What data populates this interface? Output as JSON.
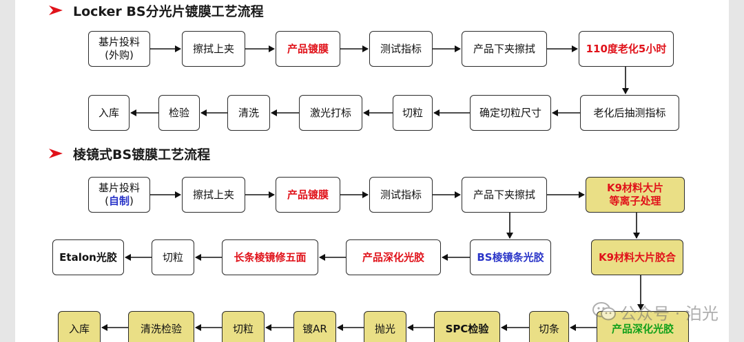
{
  "section1": {
    "title": "Locker BS分光片镀膜工艺流程",
    "steps": {
      "s1_line1": "基片投料",
      "s1_line2": "(外购)",
      "s2": "擦拭上夹",
      "s3": "产品镀膜",
      "s4": "测试指标",
      "s5": "产品下夹擦拭",
      "s6": "110度老化5小时",
      "s7": "老化后抽测指标",
      "s8": "确定切粒尺寸",
      "s9": "切粒",
      "s10": "激光打标",
      "s11": "清洗",
      "s12": "检验",
      "s13": "入库"
    }
  },
  "section2": {
    "title": "棱镜式BS镀膜工艺流程",
    "steps": {
      "p1_line1": "基片投料",
      "p1_line2_open": "(",
      "p1_line2_mid": "自制",
      "p1_line2_close": ")",
      "p2": "擦拭上夹",
      "p3": "产品镀膜",
      "p4": "测试指标",
      "p5": "产品下夹擦拭",
      "p6_line1": "K9材料大片",
      "p6_line2": "等离子处理",
      "p7": "K9材料大片胶合",
      "p8": "BS棱镜条光胶",
      "p9": "产品深化光胶",
      "p10": "长条棱镜修五面",
      "p11": "切粒",
      "p12": "Etalon光胶",
      "p13": "产品深化光胶",
      "p14": "切条",
      "p15": "SPC检验",
      "p16": "抛光",
      "p17": "镀AR",
      "p18": "切粒",
      "p19": "清洗检验",
      "p20": "入库"
    }
  },
  "watermark": {
    "text": "公众号 · 泊光"
  },
  "colors": {
    "red": "#e0121a",
    "blue": "#2a35c8",
    "green": "#12a01a",
    "yellow_fill": "#eadf86",
    "heading_arrow": "#e0121a"
  }
}
